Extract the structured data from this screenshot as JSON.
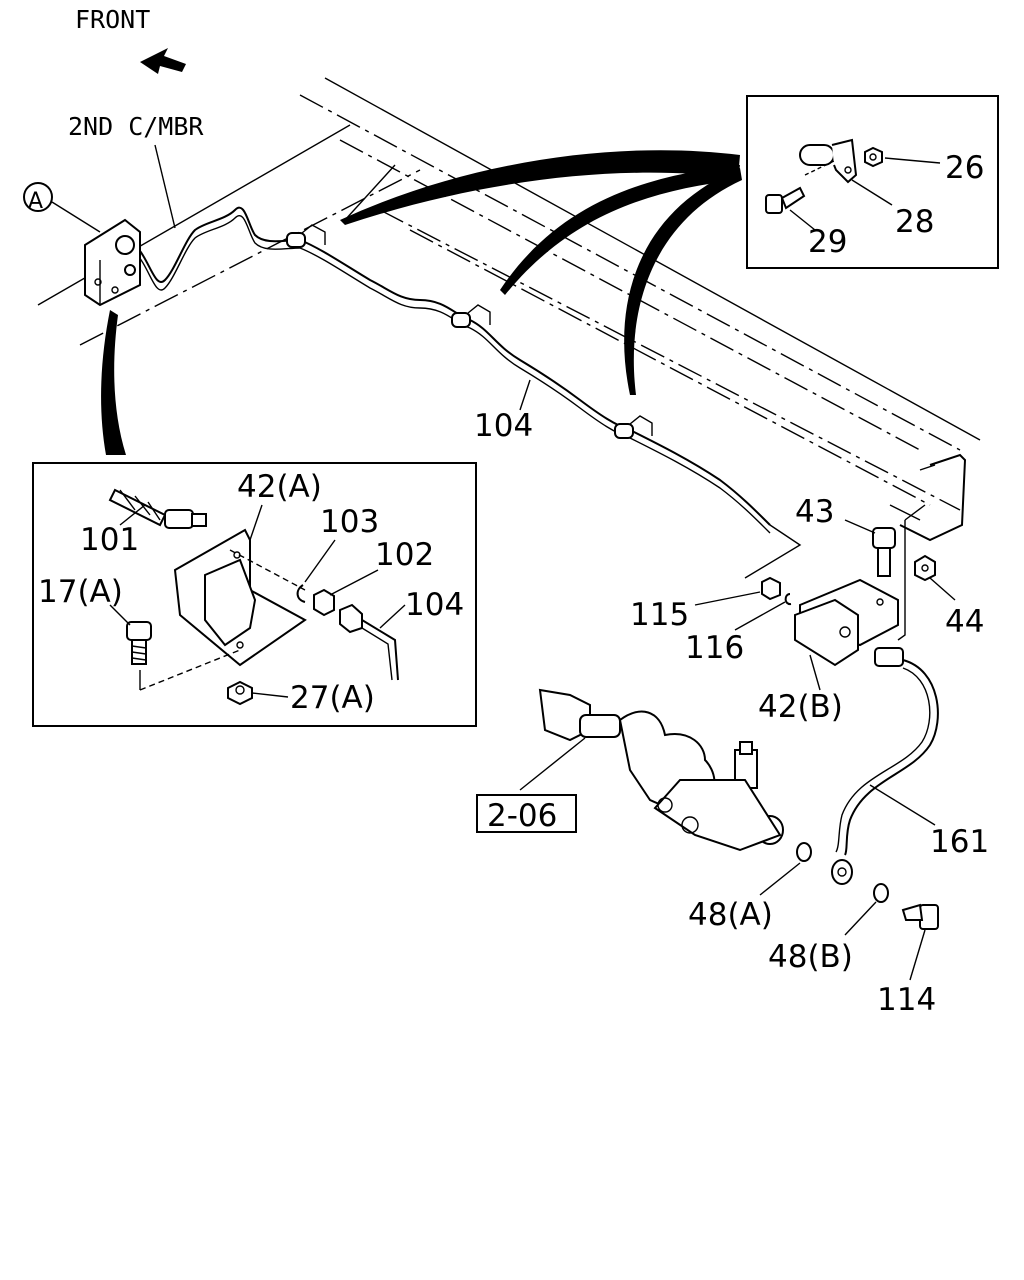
{
  "header": {
    "front_label": "FRONT",
    "member_label": "2ND C/MBR"
  },
  "marker": {
    "circle_letter": "A"
  },
  "callouts": {
    "p26": "26",
    "p28": "28",
    "p29": "29",
    "p104_main": "104",
    "p43": "43",
    "p44": "44",
    "p115": "115",
    "p116": "116",
    "p42b": "42(B)",
    "p161": "161",
    "p48a": "48(A)",
    "p48b": "48(B)",
    "p114": "114",
    "ref_206": "2-06"
  },
  "detail_a": {
    "p42a": "42(A)",
    "p101": "101",
    "p103": "103",
    "p102": "102",
    "p104": "104",
    "p17a": "17(A)",
    "p27a": "27(A)"
  }
}
